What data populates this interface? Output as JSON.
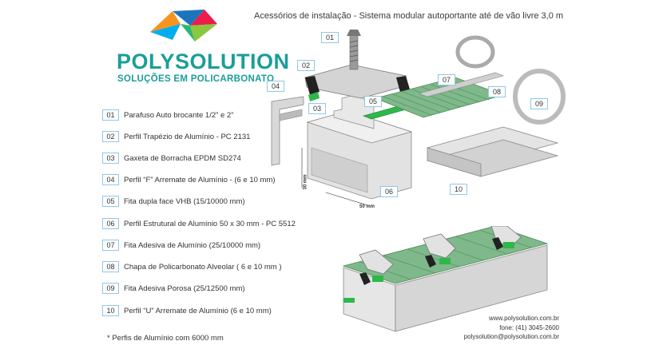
{
  "header": {
    "title": "Acessórios de instalação - Sistema modular autoportante até de vão livre 3,0 m"
  },
  "brand": {
    "name": "POLYSOLUTION",
    "tagline": "SOLUÇÕES EM POLICARBONATO"
  },
  "legend": [
    {
      "num": "01",
      "text": "Parafuso Auto brocante 1/2” e 2”"
    },
    {
      "num": "02",
      "text": "Perfil Trapézio de Alumínio - PC 2131"
    },
    {
      "num": "03",
      "text": "Gaxeta de Borracha EPDM SD274"
    },
    {
      "num": "04",
      "text": "Perfil  “F” Arremate de Alumínio - (6 e 10 mm)"
    },
    {
      "num": "05",
      "text": "Fita dupla face VHB (15/10000 mm)"
    },
    {
      "num": "06",
      "text": "Perfil Estrutural de Alumínio 50 x 30 mm - PC 5512"
    },
    {
      "num": "07",
      "text": "Fita Adesiva de Alumínio (25/10000 mm)"
    },
    {
      "num": "08",
      "text": "Chapa de Policarbonato Alveolar ( 6 e 10 mm )"
    },
    {
      "num": "09",
      "text": "Fita Adesiva Porosa (25/12500 mm)"
    },
    {
      "num": "10",
      "text": "Perfil “U” Arremate de Alumínio (6 e 10 mm)"
    }
  ],
  "footnote": "* Perfis de Alumínio com 6000 mm",
  "contact": {
    "website": "www.polysolution.com.br",
    "phone": "fone: (41) 3045-2600",
    "email": "polysolution@polysolution.com.br"
  },
  "diagram": {
    "labels": {
      "l01": "01",
      "l02": "02",
      "l03": "03",
      "l04": "04",
      "l05": "05",
      "l06": "06",
      "l07": "07",
      "l08": "08",
      "l09": "09",
      "l10": "10"
    },
    "dim_height": "30 mm",
    "dim_width": "50 mm"
  },
  "colors": {
    "brand_teal": "#1a9e9a",
    "label_border": "#8fc7e8",
    "gasket_green": "#2eb84a",
    "sheet_green": "#7fb88a"
  }
}
